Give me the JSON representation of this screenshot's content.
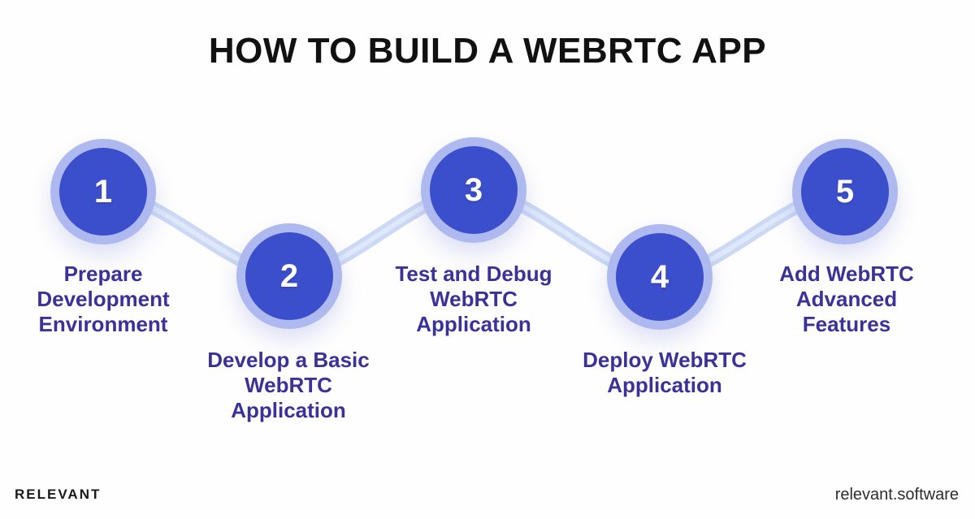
{
  "title": "HOW TO BUILD A WEBRTC APP",
  "steps": [
    {
      "number": "1",
      "label": "Prepare\nDevelopment\nEnvironment"
    },
    {
      "number": "2",
      "label": "Develop a Basic\nWebRTC\nApplication"
    },
    {
      "number": "3",
      "label": "Test and Debug\nWebRTC\nApplication"
    },
    {
      "number": "4",
      "label": "Deploy WebRTC\nApplication"
    },
    {
      "number": "5",
      "label": "Add WebRTC\nAdvanced\nFeatures"
    }
  ],
  "footer": {
    "brand": "RELEVANT",
    "website": "relevant.software"
  },
  "colors": {
    "circle_fill": "#3b4ecb",
    "circle_ring": "#aeb9ef",
    "connector": "#ccd9f4",
    "label_text": "#3a3199",
    "title_text": "#111111"
  }
}
